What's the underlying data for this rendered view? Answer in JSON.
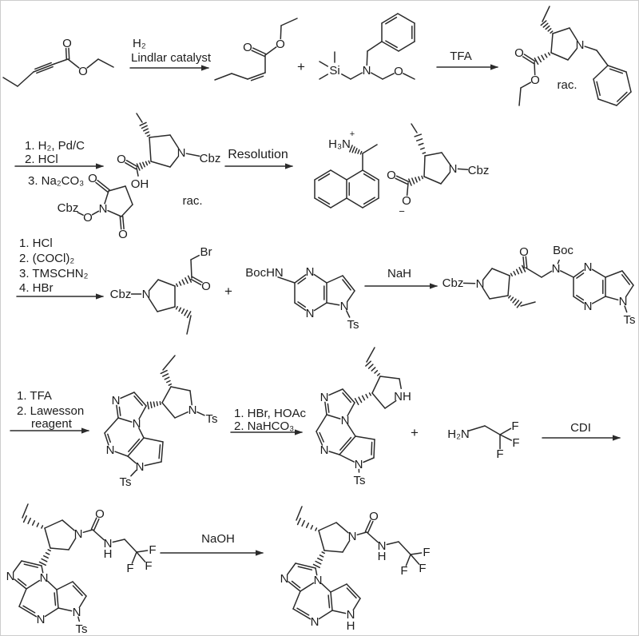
{
  "atoms": {
    "O": "O",
    "N": "N",
    "Si": "Si",
    "F": "F",
    "Br": "Br",
    "OH": "OH",
    "NH": "NH",
    "H": "H",
    "Ts": "Ts",
    "Cbz": "Cbz",
    "Boc": "Boc",
    "BocHN": "BocHN",
    "H3N": "H₃N",
    "H2N": "H₂N",
    "plus": "+",
    "minus": "−",
    "rac": "rac."
  },
  "reagents": {
    "step1": [
      "H₂",
      "Lindlar catalyst"
    ],
    "step2": [
      "TFA"
    ],
    "step3": [
      "1. H₂, Pd/C",
      "2. HCl",
      "3. Na₂CO₃"
    ],
    "step4": [
      "Resolution"
    ],
    "step5": [
      "1. HCl",
      "2. (COCl)₂",
      "3. TMSCHN₂",
      "4. HBr"
    ],
    "step6": [
      "NaH"
    ],
    "step7": [
      "1. TFA",
      "2. Lawesson",
      "reagent"
    ],
    "step8": [
      "1. HBr, HOAc",
      "2. NaHCO₃"
    ],
    "step9": [
      "CDI"
    ],
    "step10": [
      "NaOH"
    ]
  }
}
